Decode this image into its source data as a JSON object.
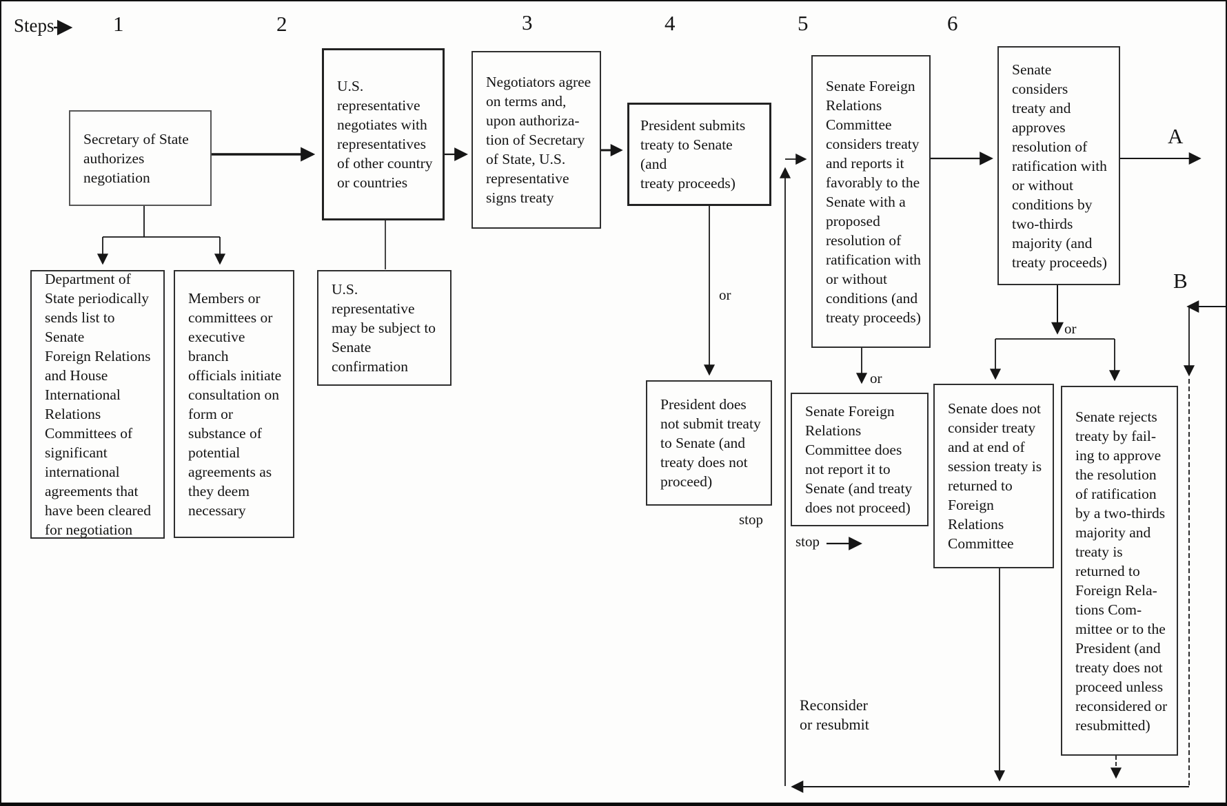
{
  "steps": {
    "label": "Steps",
    "numbers": [
      "1",
      "2",
      "3",
      "4",
      "5",
      "6"
    ]
  },
  "boxes": {
    "secretary": {
      "text": "Secretary of State\nauthorizes negotiation"
    },
    "dept_list": {
      "text": "Department of\nState periodically\nsends list to Senate\nForeign Relations\nand House\nInternational\nRelations\nCommittees of\nsignificant\ninternational\nagreements that\nhave been cleared\nfor negotiation"
    },
    "members": {
      "text": "Members or\ncommittees or\nexecutive branch\nofficials initiate\nconsultation on\nform or\nsubstance of\npotential\nagreements as\nthey deem\nnecessary"
    },
    "us_rep": {
      "text": "U.S.\nrepresentative\nnegotiates with\nrepresentatives\nof other country\nor countries"
    },
    "us_rep_confirm": {
      "text": "U.S. representative\nmay be subject to\nSenate\nconfirmation"
    },
    "negotiators": {
      "text": "Negotiators agree\non terms and,\nupon authoriza-\ntion of Secretary\nof State, U.S.\nrepresentative\nsigns treaty"
    },
    "president_submits": {
      "text": "President submits\ntreaty to Senate (and\ntreaty proceeds)"
    },
    "president_not_submit": {
      "text": "President does\nnot submit treaty\nto Senate (and\ntreaty does not\nproceed)"
    },
    "sfrc_considers": {
      "text": "Senate Foreign\nRelations\nCommittee\nconsiders treaty\nand reports it\nfavorably to the\nSenate with a\nproposed\nresolution of\nratification with\nor without\nconditions (and\ntreaty proceeds)"
    },
    "sfrc_not_report": {
      "text": "Senate Foreign\nRelations\nCommittee does\nnot report it to\nSenate (and treaty\ndoes not proceed)"
    },
    "senate_approves": {
      "text": "Senate considers\ntreaty and\napproves\nresolution of\nratification with\nor without\nconditions by\ntwo-thirds\nmajority (and\ntreaty proceeds)"
    },
    "senate_not_consider": {
      "text": "Senate does not\nconsider treaty\nand at end of\nsession treaty is\nreturned to\nForeign\nRelations\nCommittee"
    },
    "senate_rejects": {
      "text": "Senate rejects\ntreaty by fail-\ning to approve\nthe resolution\nof ratification\nby a two-thirds\nmajority and\ntreaty is\nreturned to\nForeign Rela-\ntions Com-\nmittee or to the\nPresident (and\ntreaty does not\nproceed unless\nreconsidered or\nresubmitted)"
    }
  },
  "labels": {
    "a": "A",
    "b": "B",
    "or_step4": "or",
    "or_step5": "or",
    "or_step6": "or",
    "stop_step4": "stop",
    "stop_step5": "stop",
    "reconsider": "Reconsider\nor resubmit"
  },
  "colors": {
    "ink": "#161616",
    "paper": "#fdfdfc"
  }
}
